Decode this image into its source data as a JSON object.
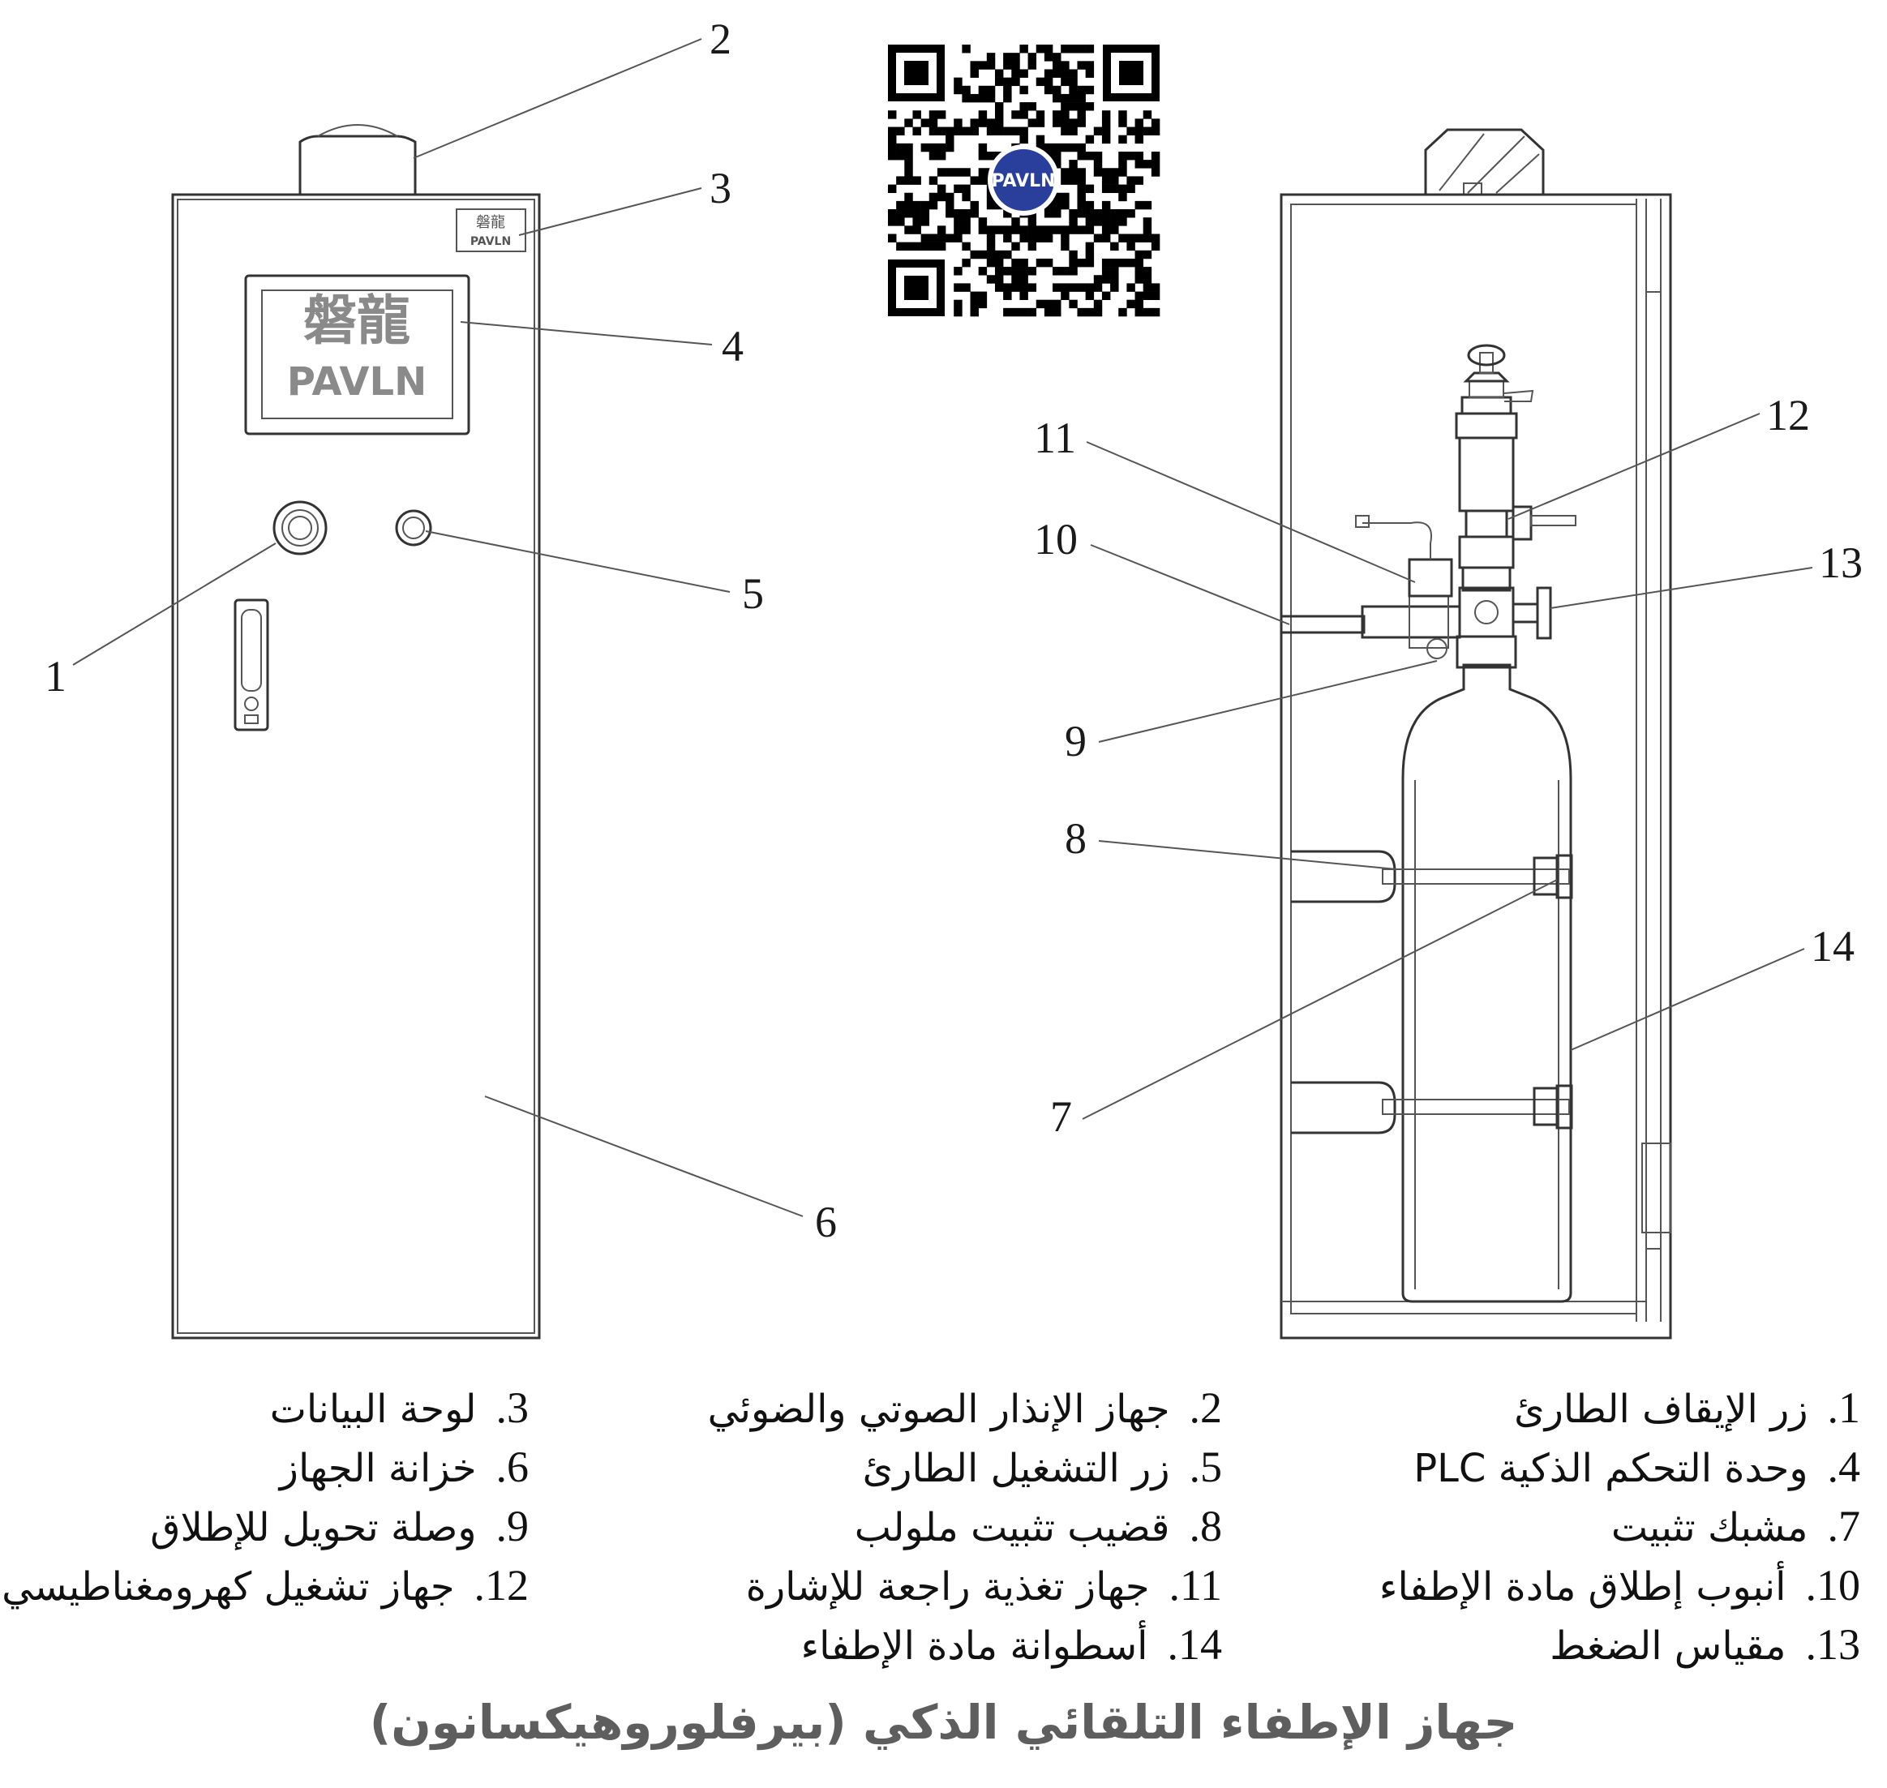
{
  "callouts": [
    "1",
    "2",
    "3",
    "4",
    "5",
    "6",
    "7",
    "8",
    "9",
    "10",
    "11",
    "12",
    "13",
    "14"
  ],
  "brand": {
    "cn": "磐龍",
    "latin": "PAVLN",
    "logo_color": "#2a3f9c"
  },
  "legend": [
    {
      "num": "1.",
      "text": "زر الإيقاف الطارئ"
    },
    {
      "num": "2.",
      "text": "جهاز الإنذار الصوتي والضوئي"
    },
    {
      "num": "3.",
      "text": "لوحة البيانات"
    },
    {
      "num": "4.",
      "text": "وحدة التحكم الذكية PLC"
    },
    {
      "num": "5.",
      "text": "زر التشغيل الطارئ"
    },
    {
      "num": "6.",
      "text": "خزانة الجهاز"
    },
    {
      "num": "7.",
      "text": "مشبك تثبيت"
    },
    {
      "num": "8.",
      "text": "قضيب تثبيت ملولب"
    },
    {
      "num": "9.",
      "text": "وصلة تحويل للإطلاق"
    },
    {
      "num": "10.",
      "text": "أنبوب إطلاق مادة الإطفاء"
    },
    {
      "num": "11.",
      "text": "جهاز تغذية راجعة للإشارة"
    },
    {
      "num": "12.",
      "text": "جهاز تشغيل كهرومغناطيسي"
    },
    {
      "num": "13.",
      "text": "مقياس الضغط"
    },
    {
      "num": "14.",
      "text": "أسطوانة مادة الإطفاء"
    }
  ],
  "caption": "جهاز الإطفاء التلقائي الذكي (بيرفلوروهيكسانون)"
}
